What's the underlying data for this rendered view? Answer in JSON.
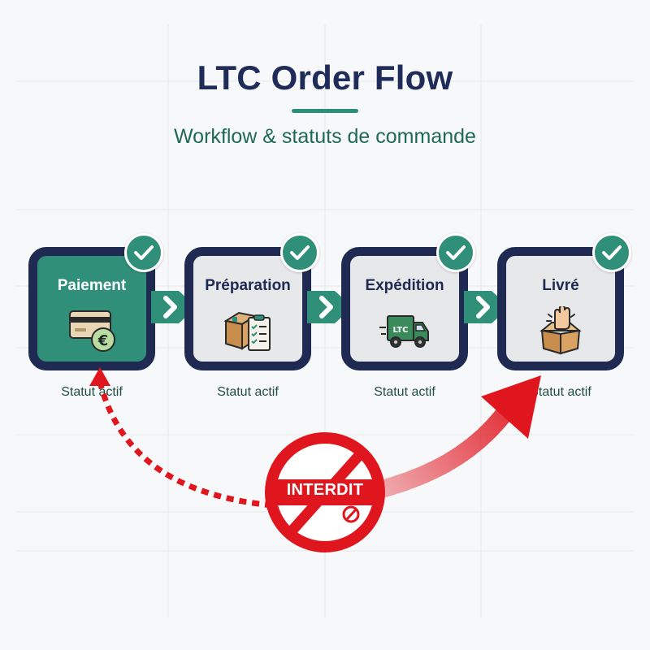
{
  "header": {
    "title": "LTC Order Flow",
    "subtitle": "Workflow & statuts de commande"
  },
  "steps": [
    {
      "label": "Paiement",
      "status": "Statut actif",
      "icon": "credit-card-euro-icon",
      "active": true
    },
    {
      "label": "Préparation",
      "status": "Statut actif",
      "icon": "box-clipboard-icon",
      "active": false
    },
    {
      "label": "Expédition",
      "status": "Statut actif",
      "icon": "delivery-truck-icon",
      "truck_text": "LTC",
      "active": false
    },
    {
      "label": "Livré",
      "status": "Statut actif",
      "icon": "hand-open-box-icon",
      "active": false
    }
  ],
  "forbidden": {
    "label": "INTERDIT",
    "icon": "prohibited-sign-icon"
  },
  "colors": {
    "navy": "#1f2a52",
    "teal": "#2f8f79",
    "red": "#e0161f",
    "background": "#f7f8f9"
  }
}
